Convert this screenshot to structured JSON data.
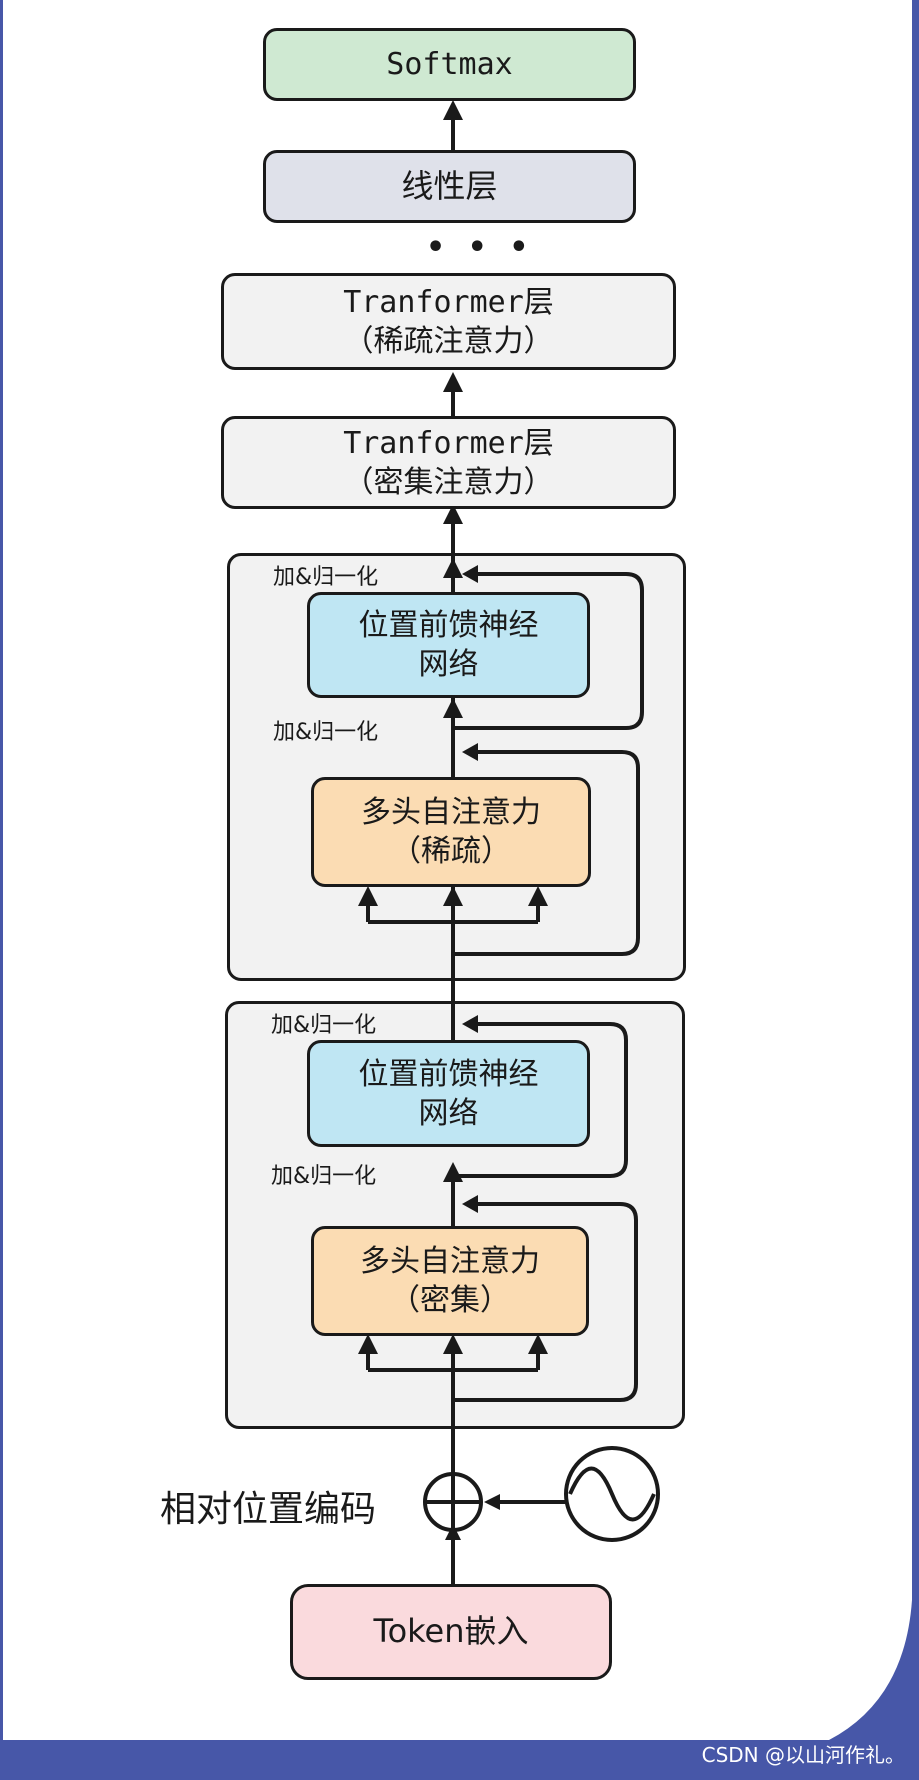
{
  "diagram": {
    "softmax": "Softmax",
    "linear": "线性层",
    "ellipsis": "• • •",
    "transformer_sparse": {
      "line1": "Tranformer层",
      "line2": "（稀疏注意力）"
    },
    "transformer_dense": {
      "line1": "Tranformer层",
      "line2": "（密集注意力）"
    },
    "block_sparse": {
      "addnorm_top": "加&归一化",
      "ffn": {
        "line1": "位置前馈神经",
        "line2": "网络"
      },
      "addnorm_mid": "加&归一化",
      "mha": {
        "line1": "多头自注意力",
        "line2": "（稀疏）"
      }
    },
    "block_dense": {
      "addnorm_top": "加&归一化",
      "ffn": {
        "line1": "位置前馈神经",
        "line2": "网络"
      },
      "addnorm_mid": "加&归一化",
      "mha": {
        "line1": "多头自注意力",
        "line2": "（密集）"
      }
    },
    "positional_encoding": "相对位置编码",
    "token_embedding": "Token嵌入",
    "colors": {
      "softmax": "#cfe9d2",
      "linear": "#dfe1ea",
      "transformer": "#f2f2f2",
      "ffn": "#bfe6f3",
      "mha": "#fbdcb3",
      "token": "#fadadd",
      "frame": "#4757a8"
    }
  },
  "watermark": "CSDN @以山河作礼。"
}
